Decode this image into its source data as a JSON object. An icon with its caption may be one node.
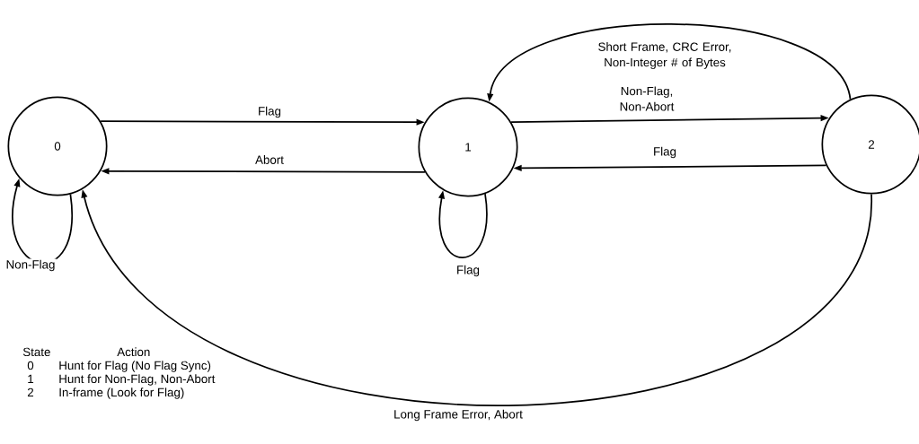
{
  "diagram": {
    "nodes": [
      {
        "text": [
          "0"
        ]
      },
      {
        "text": [
          "1"
        ]
      },
      {
        "text": [
          "2"
        ]
      }
    ],
    "edges": [
      {
        "from": 0,
        "to": 1,
        "arrow": "to",
        "label": "Flag"
      },
      {
        "from": 1,
        "to": 0,
        "arrow": "to",
        "label": "Abort"
      },
      {
        "from": 1,
        "to": 2,
        "arrow": "to",
        "label": "Non-Flag, Non-Abort"
      },
      {
        "from": 2,
        "to": 1,
        "arrow": "to",
        "label": "Flag"
      },
      {
        "from": 2,
        "to": 1,
        "arrow": "to",
        "label": "Short Frame, CRC Error, Non-Integer # of Bytes"
      },
      {
        "from": 0,
        "to": 0,
        "arrow": "to",
        "label": "Non-Flag"
      },
      {
        "from": 1,
        "to": 1,
        "arrow": "to",
        "label": "Flag"
      },
      {
        "from": 2,
        "to": 0,
        "arrow": "to",
        "label": "Long Frame Error, Abort"
      }
    ],
    "labels": [
      "State",
      "Action",
      "0",
      "Hunt for Flag (No Flag Sync)",
      "1",
      "Hunt for Non-Flag, Non-Abort",
      "2",
      "In-frame (Look for Flag)"
    ]
  }
}
